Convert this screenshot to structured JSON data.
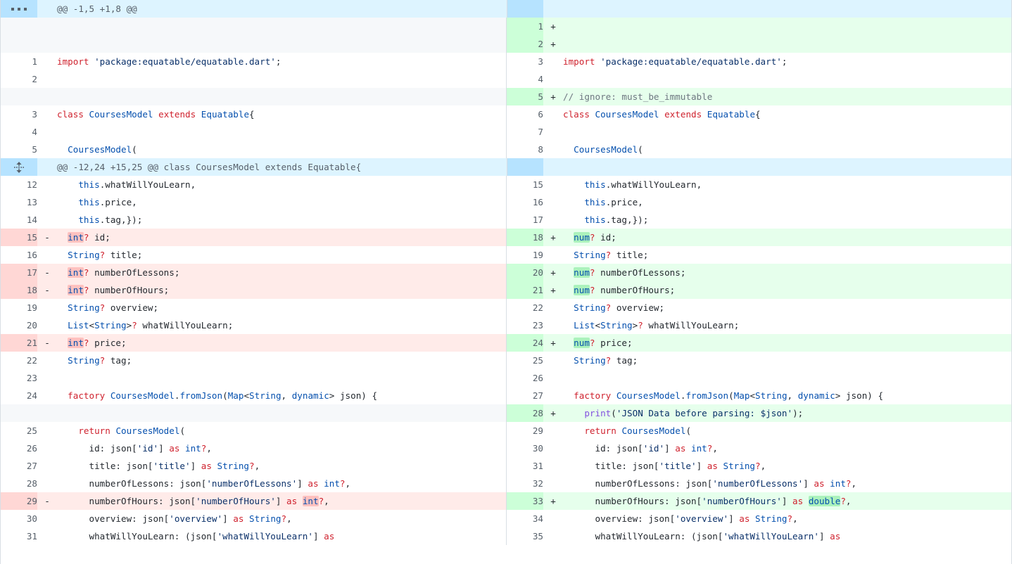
{
  "view": {
    "type": "split-diff",
    "language": "dart",
    "colors": {
      "add_bg": "#e6ffec",
      "add_num_bg": "#ccffd8",
      "del_bg": "#ffebe9",
      "del_num_bg": "#ffd7d5",
      "hunk_bg": "#ddf4ff",
      "hunk_num_bg": "#b6e3ff",
      "filler_bg": "#f6f8fa",
      "word_add": "#abf2bc",
      "word_del": "#ffc1bf"
    },
    "expander_top_icon": "ellipsis-icon",
    "expander_mid_icon": "expand-up-down-icon"
  },
  "hunks": [
    {
      "header": "@@ -1,5 +1,8 @@",
      "context": ""
    },
    {
      "header": "@@ -12,24 +15,25 @@",
      "context": "class CoursesModel extends Equatable{"
    }
  ],
  "rows": [
    {
      "kind": "hunk",
      "left_num": "",
      "right_num": "",
      "header": "@@ -1,5 +1,8 @@"
    },
    {
      "kind": "filler-add",
      "left_num": "",
      "left_mark": "",
      "left_code": "",
      "right_num": "1",
      "right_mark": "+",
      "right_code": ""
    },
    {
      "kind": "filler-add",
      "left_num": "",
      "left_mark": "",
      "left_code": "",
      "right_num": "2",
      "right_mark": "+",
      "right_code": ""
    },
    {
      "kind": "ctx",
      "left_num": "1",
      "left_mark": "",
      "left_code": "import 'package:equatable/equatable.dart';",
      "right_num": "3",
      "right_mark": "",
      "right_code": "import 'package:equatable/equatable.dart';"
    },
    {
      "kind": "ctx",
      "left_num": "2",
      "left_mark": "",
      "left_code": "",
      "right_num": "4",
      "right_mark": "",
      "right_code": ""
    },
    {
      "kind": "filler-add",
      "left_num": "",
      "left_mark": "",
      "left_code": "",
      "right_num": "5",
      "right_mark": "+",
      "right_code": "// ignore: must_be_immutable"
    },
    {
      "kind": "ctx",
      "left_num": "3",
      "left_mark": "",
      "left_code": "class CoursesModel extends Equatable{",
      "right_num": "6",
      "right_mark": "",
      "right_code": "class CoursesModel extends Equatable{"
    },
    {
      "kind": "ctx",
      "left_num": "4",
      "left_mark": "",
      "left_code": "",
      "right_num": "7",
      "right_mark": "",
      "right_code": ""
    },
    {
      "kind": "ctx",
      "left_num": "5",
      "left_mark": "",
      "left_code": "  CoursesModel(",
      "right_num": "8",
      "right_mark": "",
      "right_code": "  CoursesModel("
    },
    {
      "kind": "hunk",
      "left_num": "",
      "right_num": "",
      "header": "@@ -12,24 +15,25 @@ class CoursesModel extends Equatable{"
    },
    {
      "kind": "ctx",
      "left_num": "12",
      "left_mark": "",
      "left_code": "    this.whatWillYouLearn,",
      "right_num": "15",
      "right_mark": "",
      "right_code": "    this.whatWillYouLearn,"
    },
    {
      "kind": "ctx",
      "left_num": "13",
      "left_mark": "",
      "left_code": "    this.price,",
      "right_num": "16",
      "right_mark": "",
      "right_code": "    this.price,"
    },
    {
      "kind": "ctx",
      "left_num": "14",
      "left_mark": "",
      "left_code": "    this.tag,});",
      "right_num": "17",
      "right_mark": "",
      "right_code": "    this.tag,});"
    },
    {
      "kind": "change",
      "left_num": "15",
      "left_mark": "-",
      "left_code": "  int? id;",
      "right_num": "18",
      "right_mark": "+",
      "right_code": "  num? id;"
    },
    {
      "kind": "ctx",
      "left_num": "16",
      "left_mark": "",
      "left_code": "  String? title;",
      "right_num": "19",
      "right_mark": "",
      "right_code": "  String? title;"
    },
    {
      "kind": "change",
      "left_num": "17",
      "left_mark": "-",
      "left_code": "  int? numberOfLessons;",
      "right_num": "20",
      "right_mark": "+",
      "right_code": "  num? numberOfLessons;"
    },
    {
      "kind": "change",
      "left_num": "18",
      "left_mark": "-",
      "left_code": "  int? numberOfHours;",
      "right_num": "21",
      "right_mark": "+",
      "right_code": "  num? numberOfHours;"
    },
    {
      "kind": "ctx",
      "left_num": "19",
      "left_mark": "",
      "left_code": "  String? overview;",
      "right_num": "22",
      "right_mark": "",
      "right_code": "  String? overview;"
    },
    {
      "kind": "ctx",
      "left_num": "20",
      "left_mark": "",
      "left_code": "  List<String>? whatWillYouLearn;",
      "right_num": "23",
      "right_mark": "",
      "right_code": "  List<String>? whatWillYouLearn;"
    },
    {
      "kind": "change",
      "left_num": "21",
      "left_mark": "-",
      "left_code": "  int? price;",
      "right_num": "24",
      "right_mark": "+",
      "right_code": "  num? price;"
    },
    {
      "kind": "ctx",
      "left_num": "22",
      "left_mark": "",
      "left_code": "  String? tag;",
      "right_num": "25",
      "right_mark": "",
      "right_code": "  String? tag;"
    },
    {
      "kind": "ctx",
      "left_num": "23",
      "left_mark": "",
      "left_code": "",
      "right_num": "26",
      "right_mark": "",
      "right_code": ""
    },
    {
      "kind": "ctx",
      "left_num": "24",
      "left_mark": "",
      "left_code": "  factory CoursesModel.fromJson(Map<String, dynamic> json) {",
      "right_num": "27",
      "right_mark": "",
      "right_code": "  factory CoursesModel.fromJson(Map<String, dynamic> json) {"
    },
    {
      "kind": "filler-add",
      "left_num": "",
      "left_mark": "",
      "left_code": "",
      "right_num": "28",
      "right_mark": "+",
      "right_code": "    print('JSON Data before parsing: $json');"
    },
    {
      "kind": "ctx",
      "left_num": "25",
      "left_mark": "",
      "left_code": "    return CoursesModel(",
      "right_num": "29",
      "right_mark": "",
      "right_code": "    return CoursesModel("
    },
    {
      "kind": "ctx",
      "left_num": "26",
      "left_mark": "",
      "left_code": "      id: json['id'] as int?,",
      "right_num": "30",
      "right_mark": "",
      "right_code": "      id: json['id'] as int?,"
    },
    {
      "kind": "ctx",
      "left_num": "27",
      "left_mark": "",
      "left_code": "      title: json['title'] as String?,",
      "right_num": "31",
      "right_mark": "",
      "right_code": "      title: json['title'] as String?,"
    },
    {
      "kind": "ctx",
      "left_num": "28",
      "left_mark": "",
      "left_code": "      numberOfLessons: json['numberOfLessons'] as int?,",
      "right_num": "32",
      "right_mark": "",
      "right_code": "      numberOfLessons: json['numberOfLessons'] as int?,"
    },
    {
      "kind": "change",
      "left_num": "29",
      "left_mark": "-",
      "left_code": "      numberOfHours: json['numberOfHours'] as int?,",
      "right_num": "33",
      "right_mark": "+",
      "right_code": "      numberOfHours: json['numberOfHours'] as double?,"
    },
    {
      "kind": "ctx",
      "left_num": "30",
      "left_mark": "",
      "left_code": "      overview: json['overview'] as String?,",
      "right_num": "34",
      "right_mark": "",
      "right_code": "      overview: json['overview'] as String?,"
    },
    {
      "kind": "ctx",
      "left_num": "31",
      "left_mark": "",
      "left_code": "      whatWillYouLearn: (json['whatWillYouLearn'] as",
      "right_num": "35",
      "right_mark": "",
      "right_code": "      whatWillYouLearn: (json['whatWillYouLearn'] as"
    }
  ]
}
